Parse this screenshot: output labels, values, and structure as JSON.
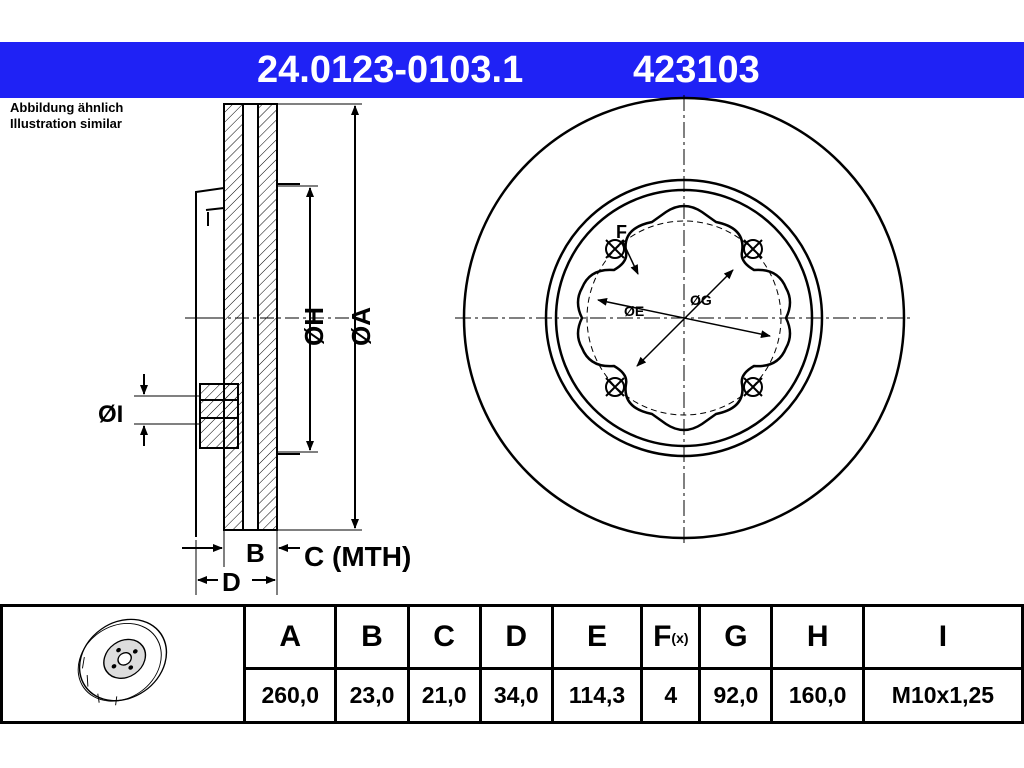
{
  "header": {
    "part_number": "24.0123-0103.1",
    "ref_number": "423103"
  },
  "note": {
    "line1": "Abbildung ähnlich",
    "line2": "Illustration similar"
  },
  "drawing_labels": {
    "dia_a": "ØA",
    "dia_h": "ØH",
    "dia_i": "ØI",
    "dia_e": "ØE",
    "dia_g": "ØG",
    "f": "F",
    "b": "B",
    "c_mth": "C (MTH)",
    "d": "D"
  },
  "spec_table": {
    "headers": [
      "A",
      "B",
      "C",
      "D",
      "E",
      "F",
      "G",
      "H",
      "I"
    ],
    "f_suffix": "(x)",
    "values": [
      "260,0",
      "23,0",
      "21,0",
      "34,0",
      "114,3",
      "4",
      "92,0",
      "160,0",
      "M10x1,25"
    ]
  },
  "colors": {
    "header_bg": "#1f22f5",
    "header_text": "#ffffff",
    "lines": "#000000"
  }
}
